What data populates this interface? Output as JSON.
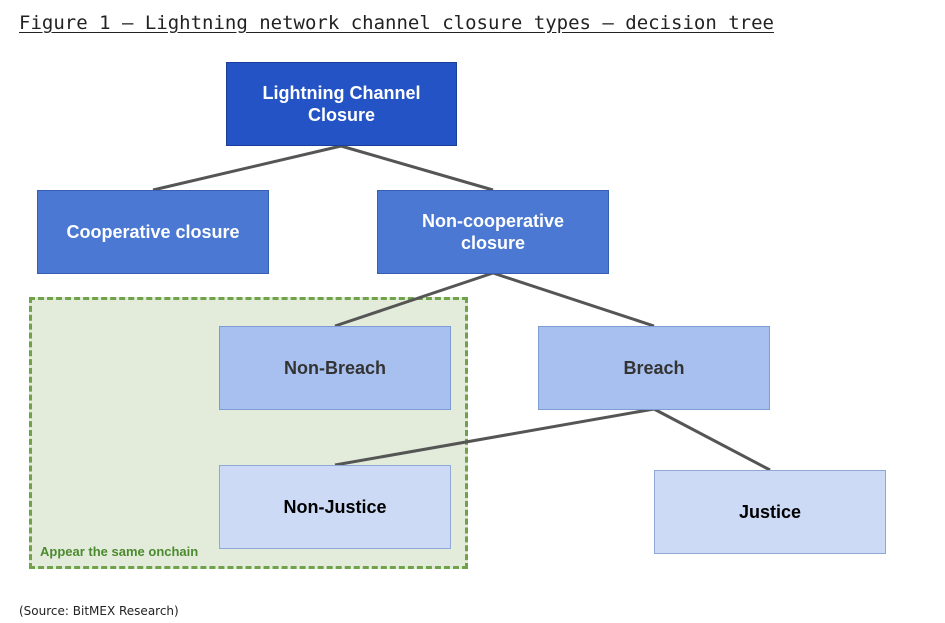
{
  "figure": {
    "title": "Figure 1 – Lightning network channel closure types – decision tree",
    "source": "(Source: BitMEX Research)"
  },
  "group": {
    "label": "Appear the same onchain",
    "border_color": "#6fa24b",
    "fill_color": "#e3ecdb"
  },
  "nodes": {
    "root": "Lightning Channel Closure",
    "cooperative": "Cooperative closure",
    "non_cooperative": "Non-cooperative closure",
    "non_breach": "Non-Breach",
    "breach": "Breach",
    "non_justice": "Non-Justice",
    "justice": "Justice"
  },
  "colors": {
    "level0": "#2453c6",
    "level1": "#4a78d2",
    "level2": "#a7c0ef",
    "level3": "#ccdaf6",
    "edge": "#555555"
  }
}
